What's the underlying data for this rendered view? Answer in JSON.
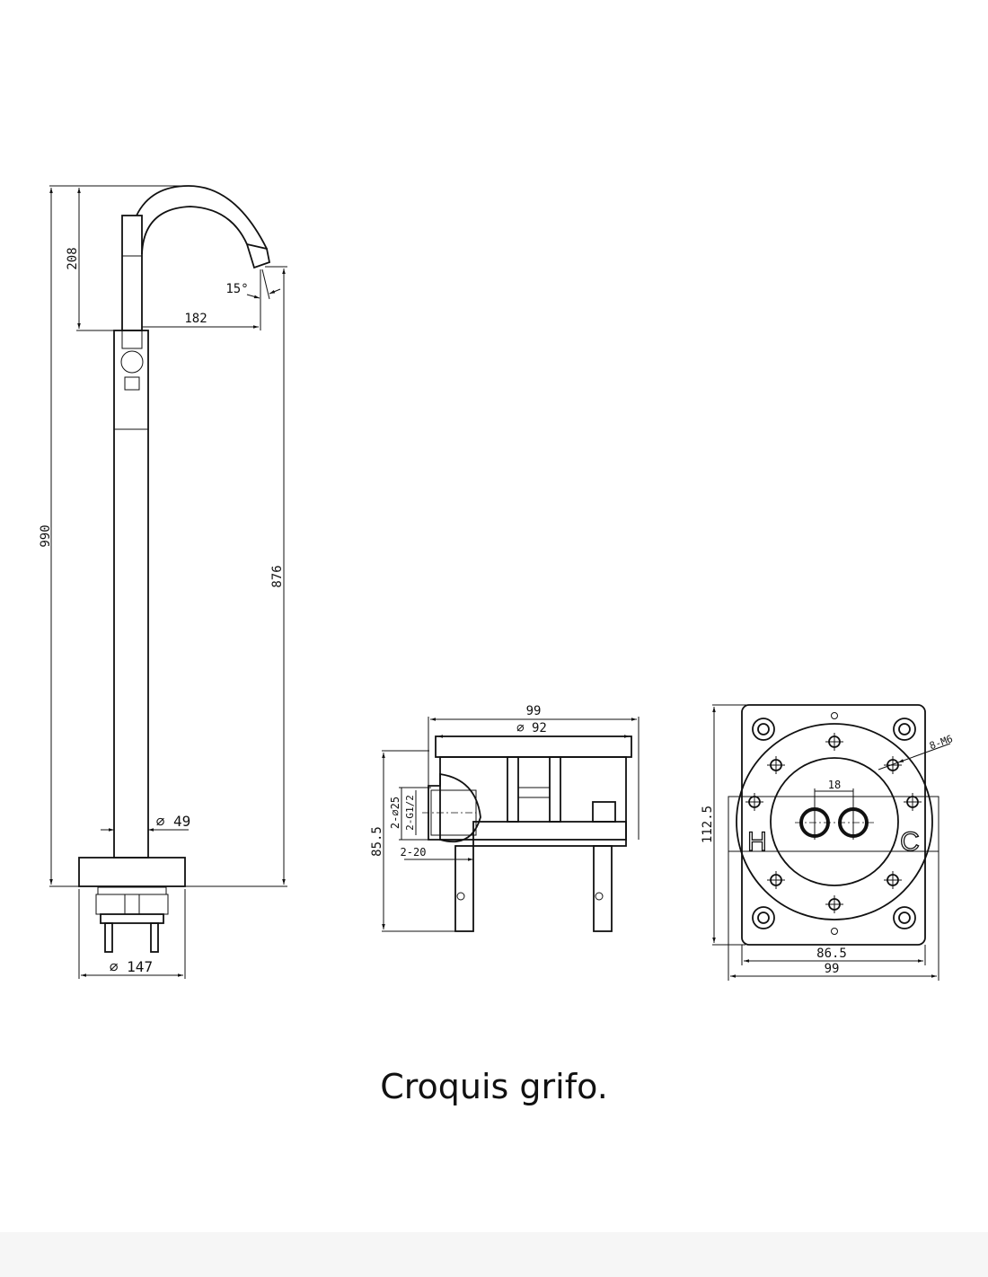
{
  "side_view": {
    "dim_total_height": "990",
    "dim_spout_height": "208",
    "dim_outlet_height": "876",
    "dim_spout_reach": "182",
    "dim_angle": "15°",
    "dim_column_diameter": "∅ 49",
    "dim_base_diameter": "∅ 147"
  },
  "mounting_side_view": {
    "dim_width": "99",
    "dim_plate_diameter": "∅ 92",
    "dim_height": "85.5",
    "dim_inlet_diameter": "2-∅25",
    "dim_thread": "2-G1/2",
    "dim_depth": "2-20"
  },
  "mounting_top_view": {
    "dim_height": "112.5",
    "dim_inner_width": "86.5",
    "dim_width": "99",
    "dim_hole_spacing": "18",
    "dim_screws": "8-M6",
    "label_hot": "H",
    "label_cold": "C"
  },
  "caption": "Croquis grifo."
}
